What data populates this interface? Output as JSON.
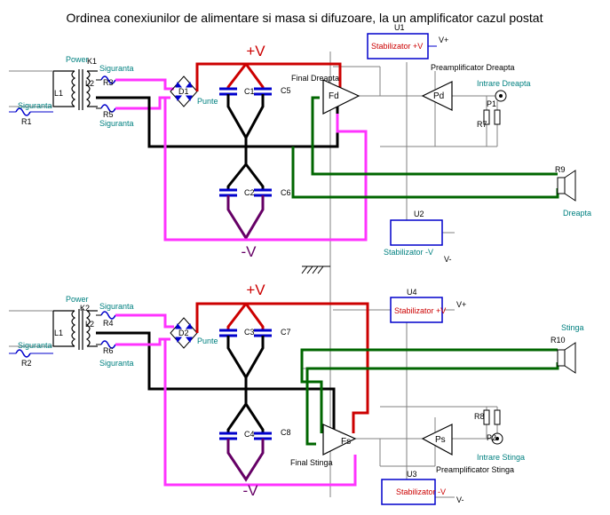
{
  "title": "Ordinea conexiunilor de alimentare si masa si difuzoare, la un amplificator cazul  postat",
  "top": {
    "rail_pos": "+V",
    "rail_neg": "-V",
    "power": "Power",
    "k": "K1",
    "l1": "L1",
    "l2": "L2",
    "fuse_a": "Siguranta",
    "fuse_b": "Siguranta",
    "fuse_c": "Siguranta",
    "r1": "R1",
    "r3": "R3",
    "r5": "R5",
    "bridge": "D1",
    "bridge_label": "Punte",
    "c1": "C1",
    "c5": "C5",
    "c2": "C2",
    "c6": "C6",
    "final_label": "Final Dreapta",
    "final_amp": "Fd",
    "pre_label": "Preamplificator Dreapta",
    "pre_amp": "Pd",
    "input_label": "Intrare Dreapta",
    "r7": "R7",
    "p1": "P1",
    "r9": "R9",
    "speaker_label": "Dreapta",
    "u1": "U1",
    "u1_text": "Stabilizator +V",
    "u1_out": "V+",
    "u2": "U2",
    "u2_text": "Stabilizator -V",
    "u2_out": "V-"
  },
  "bottom": {
    "rail_pos": "+V",
    "rail_neg": "-V",
    "power": "Power",
    "k": "K2",
    "l1": "L1",
    "l2": "L2",
    "fuse_a": "Siguranta",
    "fuse_b": "Siguranta",
    "fuse_c": "Siguranta",
    "r2": "R2",
    "r4": "R4",
    "r6": "R6",
    "bridge": "D2",
    "bridge_label": "Punte",
    "c3": "C3",
    "c7": "C7",
    "c4": "C4",
    "c8": "C8",
    "final_label": "Final Stinga",
    "final_amp": "Fs",
    "pre_label": "Preamplificator Stinga",
    "pre_amp": "Ps",
    "input_label": "Intrare Stinga",
    "r8": "R8",
    "p2": "P2",
    "r10": "R10",
    "speaker_label": "Stinga",
    "u4": "U4",
    "u4_text": "Stabilizator +V",
    "u4_out": "V+",
    "u3": "U3",
    "u3_text": "Stabilizator -V",
    "u3_out": "V-"
  },
  "colors": {
    "positive": "#cc0000",
    "negative": "#ff33ff",
    "ground": "#000000",
    "speaker": "#006600",
    "rail_neg_dark": "#660066",
    "capacitor": "#0000cc"
  }
}
